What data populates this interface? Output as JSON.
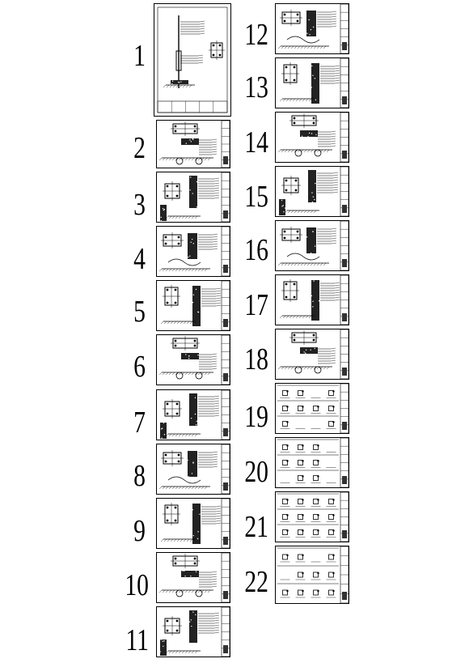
{
  "sheets": [
    {
      "label": "1",
      "kind": "cover"
    },
    {
      "label": "2",
      "kind": "detail"
    },
    {
      "label": "3",
      "kind": "detail"
    },
    {
      "label": "4",
      "kind": "detail"
    },
    {
      "label": "5",
      "kind": "detail"
    },
    {
      "label": "6",
      "kind": "detail"
    },
    {
      "label": "7",
      "kind": "detail"
    },
    {
      "label": "8",
      "kind": "detail"
    },
    {
      "label": "9",
      "kind": "detail"
    },
    {
      "label": "10",
      "kind": "detail"
    },
    {
      "label": "11",
      "kind": "detail"
    },
    {
      "label": "12",
      "kind": "detail"
    },
    {
      "label": "13",
      "kind": "detail"
    },
    {
      "label": "14",
      "kind": "detail"
    },
    {
      "label": "15",
      "kind": "detail"
    },
    {
      "label": "16",
      "kind": "detail"
    },
    {
      "label": "17",
      "kind": "detail"
    },
    {
      "label": "18",
      "kind": "detail"
    },
    {
      "label": "19",
      "kind": "grid"
    },
    {
      "label": "20",
      "kind": "grid"
    },
    {
      "label": "21",
      "kind": "grid"
    },
    {
      "label": "22",
      "kind": "grid"
    }
  ]
}
